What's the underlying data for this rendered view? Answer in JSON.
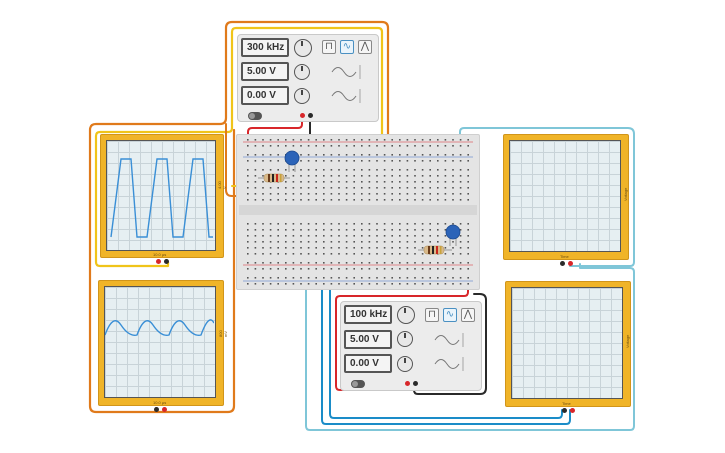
{
  "generator_top": {
    "frequency": "300 kHz",
    "amplitude": "5.00 V",
    "offset": "0.00 V",
    "selected_wave": "sine"
  },
  "generator_bottom": {
    "frequency": "100 kHz",
    "amplitude": "5.00 V",
    "offset": "0.00 V",
    "selected_wave": "sine"
  },
  "scope_left_top": {
    "time_label": "10.0 µs",
    "volt_label": "4.00 V"
  },
  "scope_left_bottom": {
    "time_label": "10.0 µs",
    "volt_label": "800 mV"
  },
  "scope_right_top": {
    "time_label": "Time",
    "volt_label": "Voltage"
  },
  "scope_right_bottom": {
    "time_label": "Time",
    "volt_label": "Voltage"
  },
  "colors": {
    "wire_orange": "#e07a1b",
    "wire_yellow": "#f0c419",
    "wire_blue": "#1a8cc8",
    "wire_cyan": "#7fc6d8",
    "wire_red": "#d8262a",
    "wire_black": "#2a2a2a",
    "scope_frame": "#f0b428",
    "trace": "#3a8fd6"
  }
}
